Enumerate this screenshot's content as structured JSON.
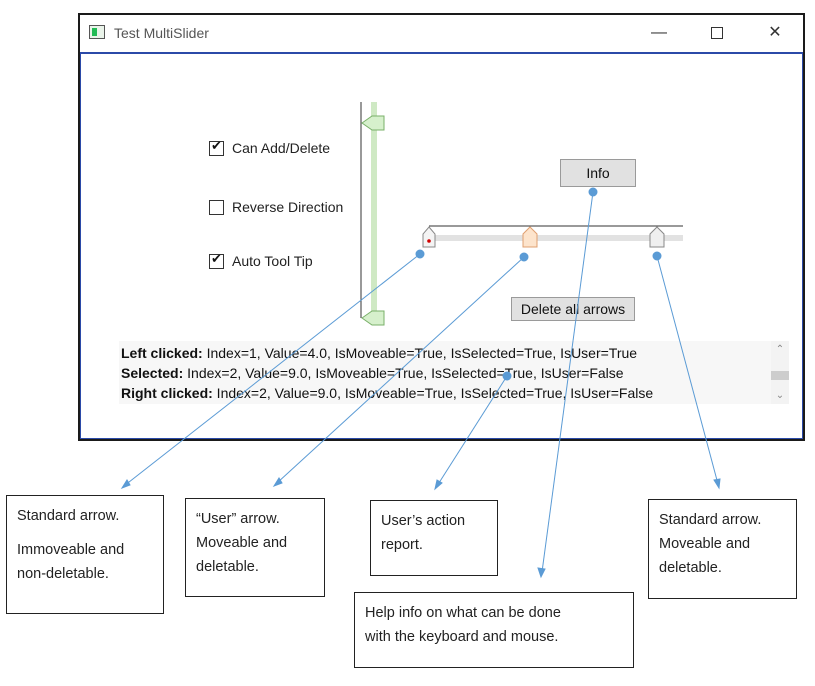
{
  "window": {
    "title": "Test MultiSlider",
    "controls": {
      "minimize": "—",
      "close": "✕"
    }
  },
  "checkboxes": [
    {
      "label": "Can Add/Delete",
      "checked": true
    },
    {
      "label": "Reverse Direction",
      "checked": false
    },
    {
      "label": "Auto Tool Tip",
      "checked": true
    }
  ],
  "buttons": {
    "info": "Info",
    "delete_all": "Delete all arrows"
  },
  "report": {
    "left_clicked_label": "Left clicked:",
    "left_clicked_text": " Index=1, Value=4.0, IsMoveable=True, IsSelected=True, IsUser=True",
    "selected_label": "Selected:",
    "selected_text": " Index=2, Value=9.0, IsMoveable=True, IsSelected=True, IsUser=False",
    "right_clicked_label": "Right clicked:",
    "right_clicked_text": " Index=2, Value=9.0, IsMoveable=True, IsSelected=True, IsUser=False"
  },
  "callouts": {
    "standard_immoveable": {
      "line1": "Standard arrow.",
      "line2": "Immoveable and",
      "line3": "non-deletable."
    },
    "user_arrow": {
      "line1": "“User” arrow.",
      "line2": "Moveable and",
      "line3": "deletable."
    },
    "action_report": {
      "line1": "User’s action",
      "line2": "report."
    },
    "help_info": {
      "line1": "Help info on what can be done",
      "line2": "with the keyboard and mouse."
    },
    "standard_moveable": {
      "line1": "Standard arrow.",
      "line2": "Moveable and",
      "line3": "deletable."
    }
  },
  "colors": {
    "annotation_line": "#5b9bd5",
    "vertical_track": "#cfe9c4",
    "user_arrow_fill": "#fde4cc",
    "window_border": "#1a1a1a",
    "client_border": "#2b4aa8"
  }
}
